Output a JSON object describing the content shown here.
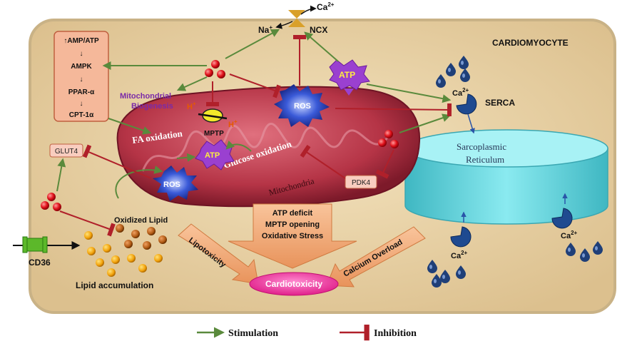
{
  "cell_label": "CARDIOMYOCYTE",
  "exchanger": {
    "na": "Na",
    "na_sup": "+",
    "ca": "Ca",
    "ca_sup": "2+",
    "label": "NCX"
  },
  "ampk_pathway": [
    "↑AMP/ATP",
    "↓",
    "AMPK",
    "↓",
    "PPAR-α",
    "↓",
    "CPT-1α"
  ],
  "mito_biogenesis": [
    "Mitochondrial",
    "Biogenesis"
  ],
  "atp_top": "ATP",
  "ros_top": "ROS",
  "serca": {
    "label": "SERCA",
    "ca": "Ca",
    "ca_sup": "2+"
  },
  "sr": [
    "Sarcoplasmic",
    "Reticulum"
  ],
  "mptp": {
    "label": "MPTP",
    "h_left": "H",
    "h_right": "H",
    "sup": "+"
  },
  "mito": {
    "fa_oxidation": "FA oxidation",
    "atp": "ATP",
    "glucose_oxidation": "Glucose oxidation",
    "ros": "ROS",
    "label": "Mitochondria"
  },
  "glut4": "GLUT4",
  "pdk4": "PDK4",
  "cd36": "CD36",
  "oxidized_lipid": "Oxidized Lipid",
  "lipid_accumulation": "Lipid accumulation",
  "outcomes": [
    "ATP deficit",
    "MPTP opening",
    "Oxidative Stress"
  ],
  "lipotoxicity": "Lipotoxicity",
  "calcium_overload": "Calcium Overload",
  "cardiotoxicity": "Cardiotoxicity",
  "ca_labels": {
    "sr_left": "Ca",
    "sr_right": "Ca",
    "sup": "2+"
  },
  "legend": {
    "stimulation": "Stimulation",
    "inhibition": "Inhibition"
  },
  "colors": {
    "stimulation": "#5a8a3c",
    "inhibition": "#b0202a",
    "cell": "#e9d3a6",
    "mito": "#b83a4a",
    "sr": "#7ee0e6",
    "ros": "#2a4ab8",
    "atp": "#8a3cc8",
    "calcium": "#1f3f78"
  }
}
